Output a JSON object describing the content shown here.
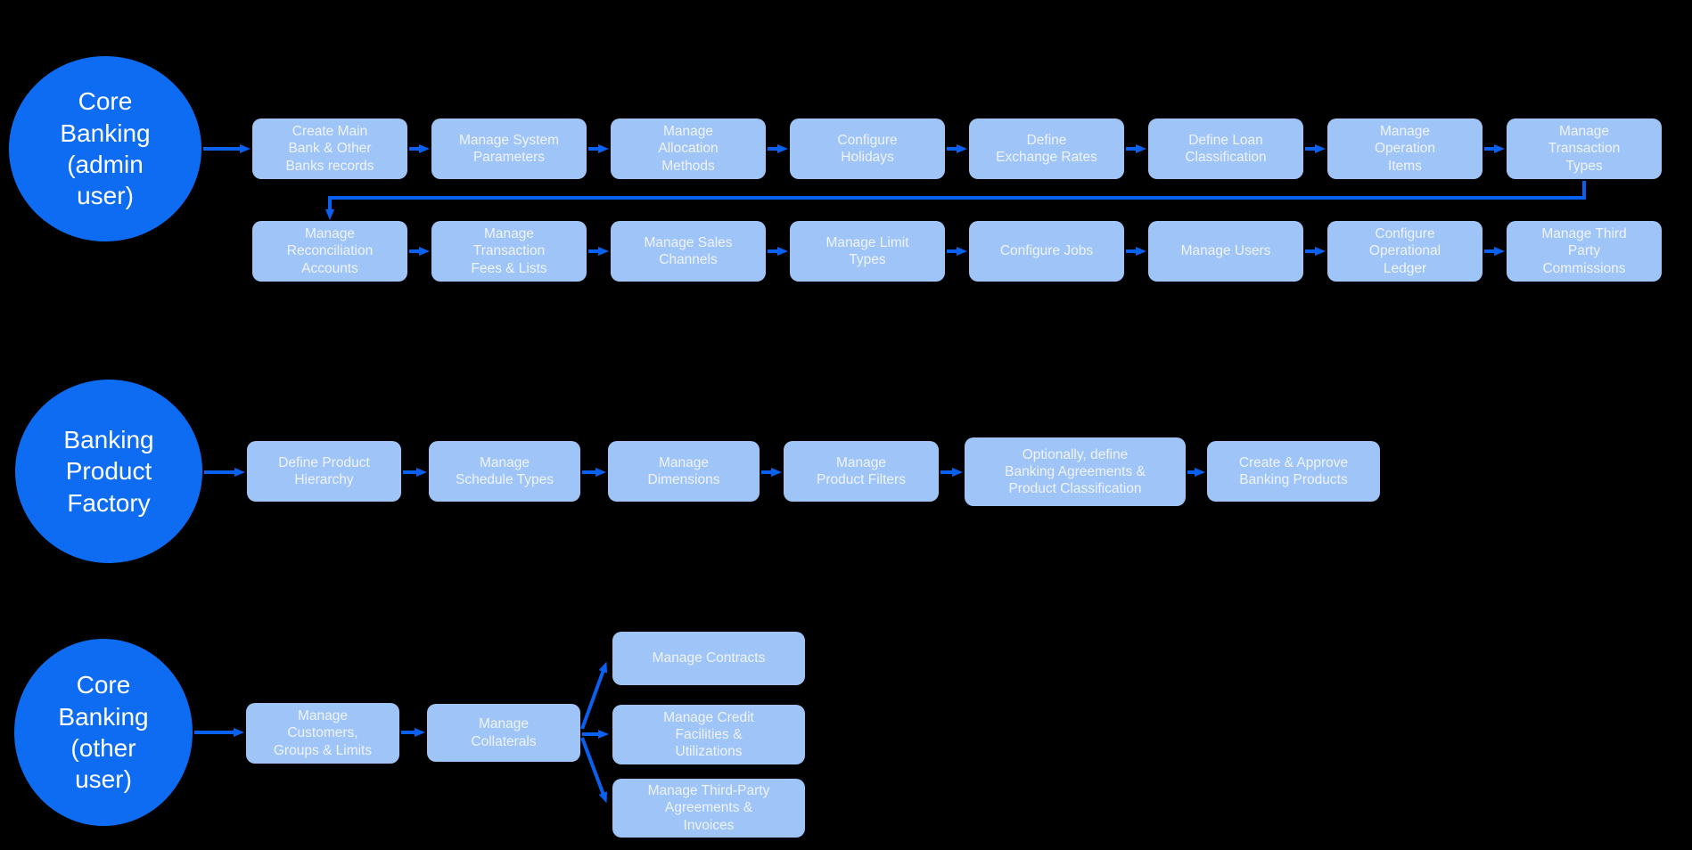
{
  "diagram_title": "",
  "colors": {
    "background": "#000000",
    "circle_fill": "#0d6cf2",
    "box_fill": "#9fc4f8",
    "box_text": "#eff4fd",
    "circle_text": "#ffffff",
    "arrow": "#0a60ef"
  },
  "sections": [
    {
      "id": "core-banking-admin",
      "circle_label": "Core\nBanking\n(admin\nuser)",
      "rows": [
        {
          "boxes": [
            "Create Main\nBank &  Other\nBanks records",
            "Manage System\nParameters",
            "Manage\nAllocation\nMethods",
            "Configure\nHolidays",
            "Define\nExchange Rates",
            "Define Loan\nClassification",
            "Manage\nOperation\nItems",
            "Manage\nTransaction\nTypes"
          ]
        },
        {
          "boxes": [
            "Manage\nReconciliation\nAccounts",
            "Manage\nTransaction\nFees & Lists",
            "Manage Sales\nChannels",
            "Manage Limit\nTypes",
            "Configure Jobs",
            "Manage Users",
            "Configure\nOperational\nLedger",
            "Manage Third\nParty\nCommissions"
          ]
        }
      ]
    },
    {
      "id": "banking-product-factory",
      "circle_label": "Banking\nProduct\nFactory",
      "rows": [
        {
          "boxes": [
            "Define Product\nHierarchy",
            "Manage\nSchedule Types",
            "Manage\nDimensions",
            "Manage\nProduct Filters",
            "Optionally, define\nBanking Agreements &\nProduct Classification",
            "Create & Approve\nBanking Products"
          ]
        }
      ]
    },
    {
      "id": "core-banking-other",
      "circle_label": "Core\nBanking\n(other\nuser)",
      "flow_boxes": [
        "Manage\nCustomers,\nGroups & Limits",
        "Manage\nCollaterals"
      ],
      "branch_boxes": [
        "Manage Contracts",
        "Manage Credit\nFacilities &\nUtilizations",
        "Manage Third-Party\nAgreements &\nInvoices"
      ]
    }
  ]
}
